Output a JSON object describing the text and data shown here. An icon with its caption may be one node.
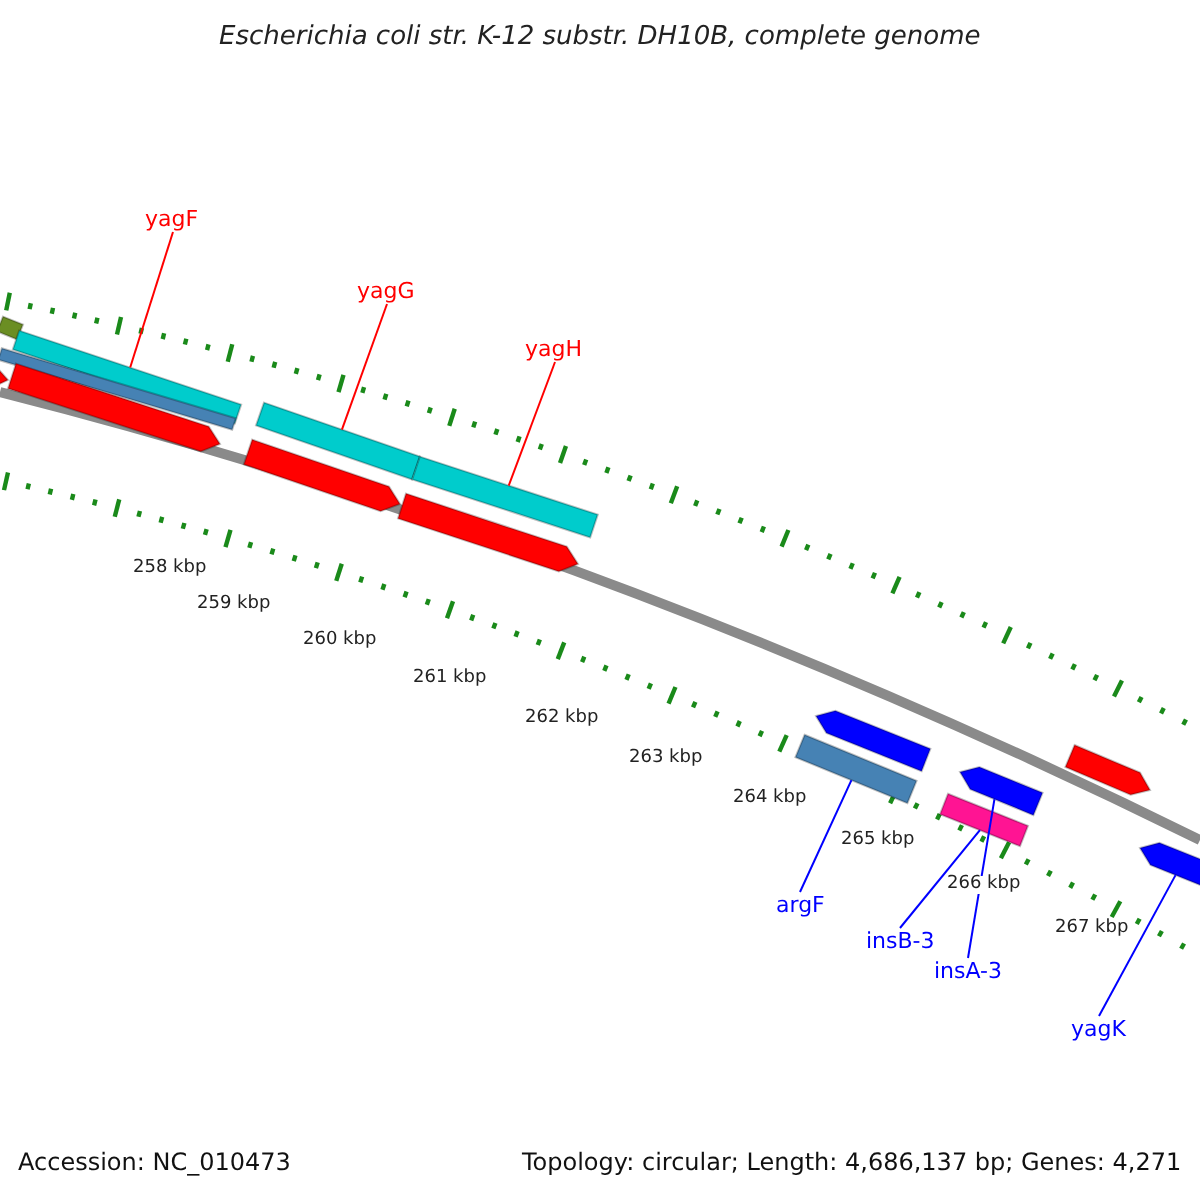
{
  "diagram": {
    "title": "Escherichia coli str. K-12 substr. DH10B, complete genome",
    "nodes": [
      {
        "text": [
          "yagF"
        ]
      },
      {
        "text": [
          "yagG"
        ]
      },
      {
        "text": [
          "yagH"
        ]
      },
      {
        "text": [
          "argF"
        ]
      },
      {
        "text": [
          "insB-3"
        ]
      },
      {
        "text": [
          "insA-3"
        ]
      },
      {
        "text": [
          "yagK"
        ]
      },
      {
        "text": [],
        "shape": "bar"
      },
      {
        "text": [],
        "shape": "bar"
      },
      {
        "text": [],
        "shape": "bar"
      },
      {
        "text": [],
        "shape": "bar"
      },
      {
        "text": [],
        "shape": "bar"
      },
      {
        "text": [],
        "shape": "bar"
      },
      {
        "text": [],
        "shape": "bar"
      },
      {
        "text": [],
        "shape": "bar"
      },
      {
        "text": [],
        "shape": "bar"
      },
      {
        "text": [],
        "shape": "bar"
      },
      {
        "text": [],
        "shape": "bar"
      },
      {
        "text": [],
        "shape": "bar"
      },
      {
        "text": [],
        "shape": "bar"
      },
      {
        "text": [],
        "shape": "bar"
      },
      {
        "text": [],
        "shape": "bar"
      }
    ],
    "edges": [
      {
        "from": 0,
        "to": 8,
        "arrow": "none",
        "color": "#ff0000"
      },
      {
        "from": 1,
        "to": 12,
        "arrow": "none",
        "color": "#ff0000"
      },
      {
        "from": 2,
        "to": 13,
        "arrow": "none",
        "color": "#ff0000"
      },
      {
        "from": 3,
        "to": 17,
        "arrow": "none"
      },
      {
        "from": 4,
        "to": 19,
        "arrow": "none"
      },
      {
        "from": 5,
        "to": 18,
        "arrow": "none"
      },
      {
        "from": 6,
        "to": 21,
        "arrow": "none"
      }
    ],
    "labels": [
      "258 kbp",
      "259 kbp",
      "260 kbp",
      "261 kbp",
      "262 kbp",
      "263 kbp",
      "264 kbp",
      "265 kbp",
      "266 kbp",
      "267 kbp",
      "Accession: NC_010473",
      "Topology: circular; Length: 4,686,137 bp; Genes: 4,271"
    ]
  }
}
